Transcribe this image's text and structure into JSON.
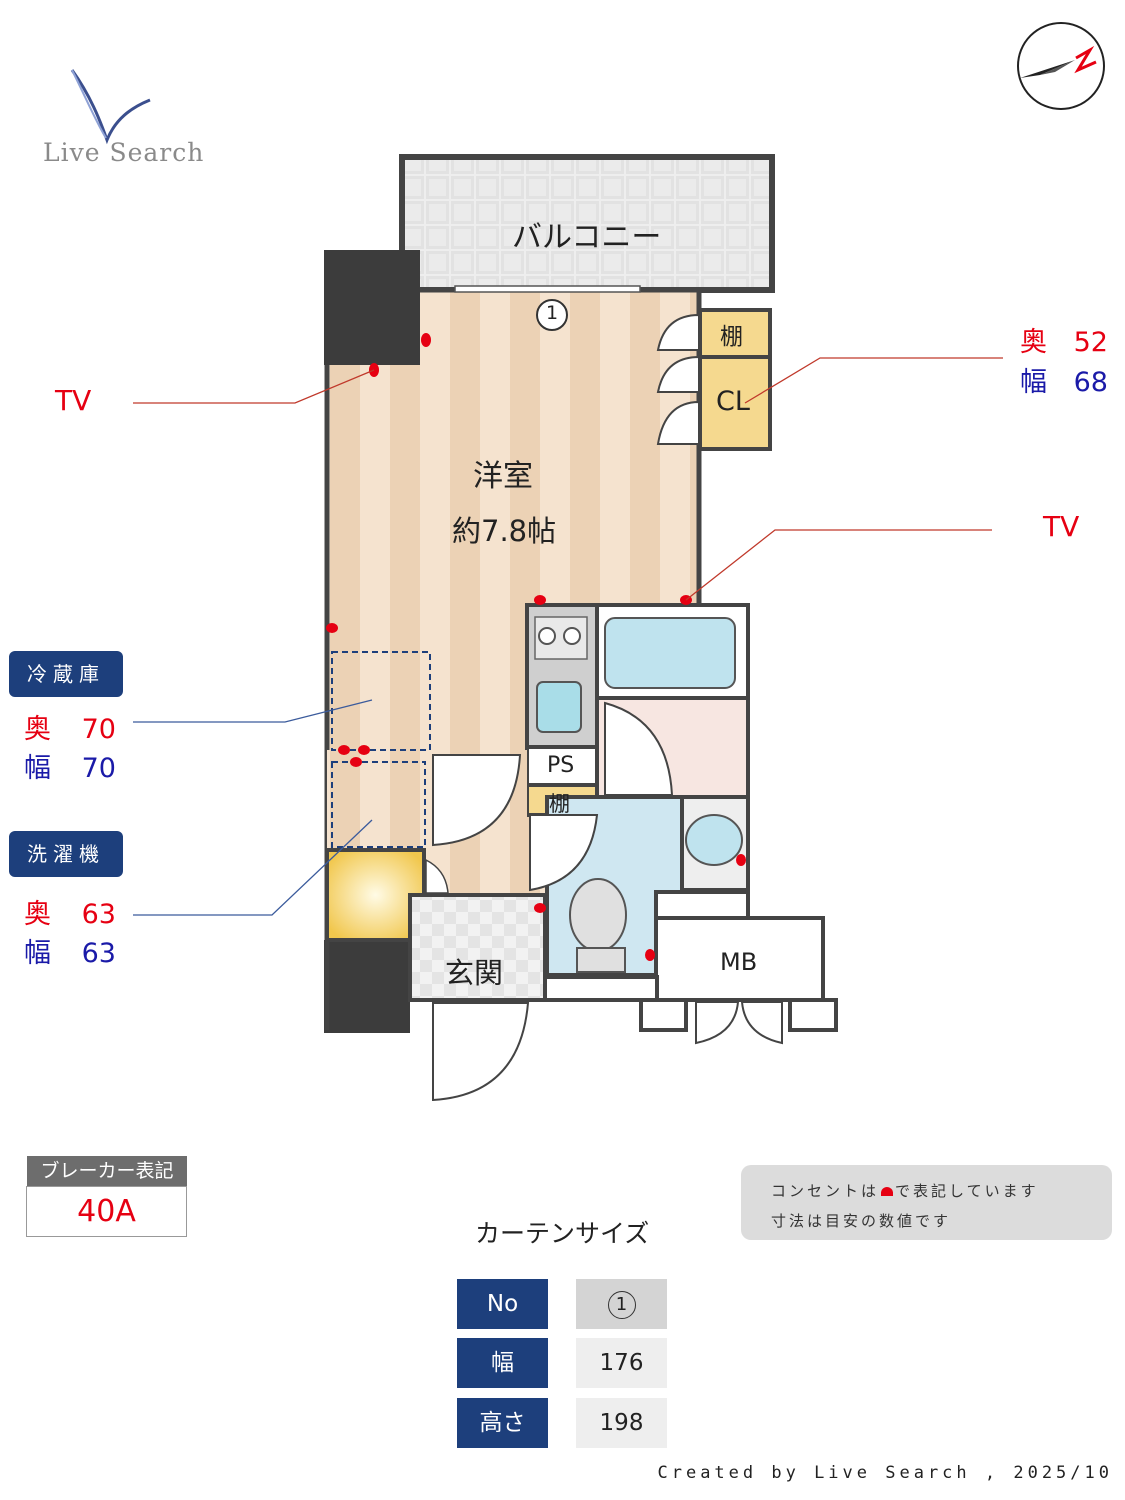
{
  "brand": {
    "name": "Live Search"
  },
  "rooms": {
    "balcony": "バルコニー",
    "western_room": "洋室",
    "western_room_size": "約7.8帖",
    "shelf_top": "棚",
    "closet": "CL",
    "ps": "PS",
    "shelf_mid": "棚",
    "entrance": "玄関",
    "mb": "MB",
    "window_marker": "1"
  },
  "callouts": {
    "tv_left": "TV",
    "tv_right": "TV",
    "closet_depth_label": "奥",
    "closet_depth": "52",
    "closet_width_label": "幅",
    "closet_width": "68"
  },
  "fridge": {
    "title": "冷蔵庫",
    "depth_label": "奥",
    "depth": "70",
    "width_label": "幅",
    "width": "70"
  },
  "washer": {
    "title": "洗濯機",
    "depth_label": "奥",
    "depth": "63",
    "width_label": "幅",
    "width": "63"
  },
  "breaker": {
    "label": "ブレーカー表記",
    "value": "40A"
  },
  "notes": {
    "line1_pre": "コンセントは",
    "line1_post": "で表記しています",
    "line2": "寸法は目安の数値です"
  },
  "curtain": {
    "title": "カーテンサイズ",
    "rows": [
      {
        "label": "No",
        "value": "1"
      },
      {
        "label": "幅",
        "value": "176"
      },
      {
        "label": "高さ",
        "value": "198"
      }
    ]
  },
  "footer": "Created by Live Search , 2025/10",
  "colors": {
    "navy": "#1d3f7c",
    "outlet_red": "#e60012",
    "dim_blue": "#1a1aa8"
  }
}
